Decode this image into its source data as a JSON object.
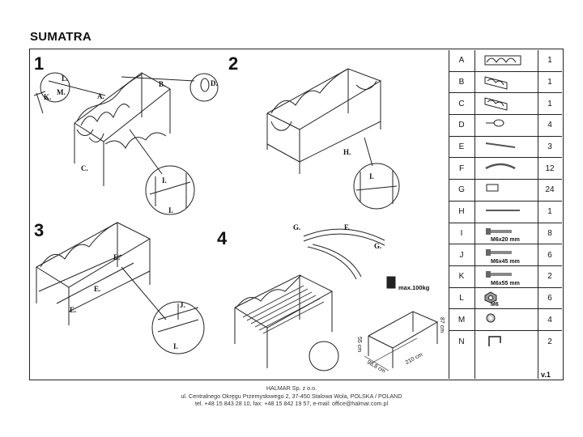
{
  "title": "SUMATRA",
  "version": "v.1",
  "steps": [
    "1",
    "2",
    "3",
    "4"
  ],
  "step1_labels": {
    "A": "A.",
    "B": "B.",
    "C": "C.",
    "K": "K.",
    "M": "M.",
    "L": "L.",
    "D": "D.",
    "I1": "I.",
    "I2": "I."
  },
  "step2_labels": {
    "H": "H.",
    "I": "I."
  },
  "step3_labels": {
    "E1": "E.",
    "E2": "E.",
    "E3": "E.",
    "J": "J.",
    "I": "I."
  },
  "step4_labels": {
    "G1": "G.",
    "F": "F.",
    "G2": "G.",
    "max": "max.100kg",
    "w": "210 cm",
    "d": "98,8 cm",
    "h1": "87 cm",
    "h2": "55 cm"
  },
  "parts": [
    {
      "letter": "A",
      "qty": "1",
      "icon": "headboard-icon",
      "text": ""
    },
    {
      "letter": "B",
      "qty": "1",
      "icon": "side-panel-icon",
      "text": ""
    },
    {
      "letter": "C",
      "qty": "1",
      "icon": "side-panel-icon",
      "text": ""
    },
    {
      "letter": "D",
      "qty": "4",
      "icon": "finial-icon",
      "text": ""
    },
    {
      "letter": "E",
      "qty": "3",
      "icon": "rod-icon",
      "text": ""
    },
    {
      "letter": "F",
      "qty": "12",
      "icon": "slat-icon",
      "text": ""
    },
    {
      "letter": "G",
      "qty": "24",
      "icon": "slat-cap-icon",
      "text": ""
    },
    {
      "letter": "H",
      "qty": "1",
      "icon": "rail-icon",
      "text": ""
    },
    {
      "letter": "I",
      "qty": "8",
      "icon": "bolt-icon",
      "text": "M6x20 mm"
    },
    {
      "letter": "J",
      "qty": "6",
      "icon": "bolt-icon",
      "text": "M6x45 mm"
    },
    {
      "letter": "K",
      "qty": "2",
      "icon": "bolt-icon",
      "text": "M6x55 mm"
    },
    {
      "letter": "L",
      "qty": "6",
      "icon": "nut-icon",
      "text": "M6"
    },
    {
      "letter": "M",
      "qty": "4",
      "icon": "washer-icon",
      "text": ""
    },
    {
      "letter": "N",
      "qty": "2",
      "icon": "allen-key-icon",
      "text": ""
    }
  ],
  "footer": {
    "line1": "HALMAR Sp. z o.o.",
    "line2": "ul. Centralnego Okręgu Przemysłowego 2, 37-450 Stalowa Wola, POLSKA / POLAND",
    "line3": "tel. +48 15 843 28 10, fax: +48 15 842 19 57, e-mail: office@halmar.com.pl"
  }
}
